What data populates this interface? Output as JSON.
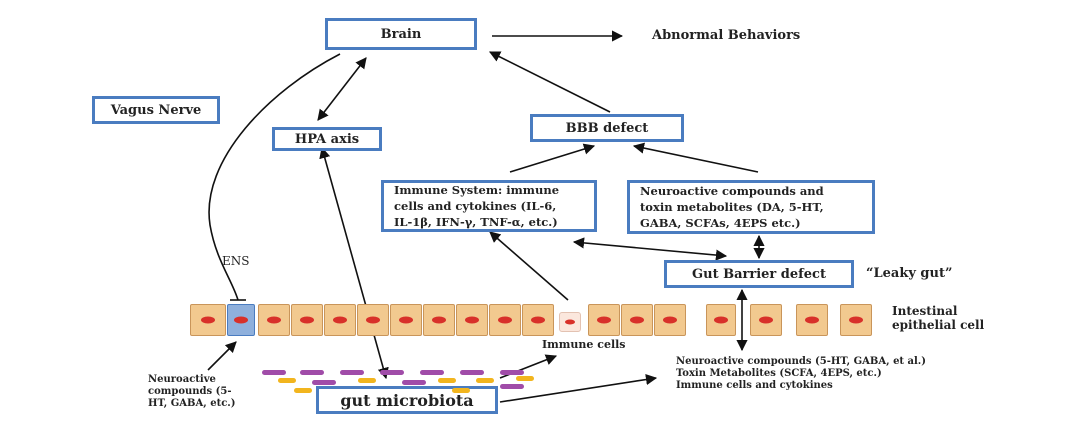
{
  "boxes": {
    "brain": "Brain",
    "vagus": "Vagus Nerve",
    "hpa": "HPA axis",
    "bbb": "BBB defect",
    "immune": [
      "Immune System: immune",
      "cells and cytokines (IL-6,",
      "IL-1β, IFN-γ, TNF-α, etc.)"
    ],
    "neuro": [
      "Neuroactive compounds and",
      "toxin metabolites (DA, 5-HT,",
      "GABA, SCFAs, 4EPS  etc.)"
    ],
    "gut_barrier": "Gut Barrier defect",
    "microbiota": "gut microbiota"
  },
  "labels": {
    "abnormal": "Abnormal Behaviors",
    "leaky": "“Leaky gut”",
    "ens": "ENS",
    "epithelial": [
      "Intestinal",
      "epithelial cell"
    ],
    "immune_cells": "Immune cells",
    "neuro_left": [
      "Neuroactive",
      "compounds (5-",
      "HT, GABA, etc.)"
    ],
    "bottom_right": [
      "Neuroactive compounds (5-HT, GABA, et al.)",
      "Toxin Metabolites (SCFA, 4EPS, etc.)",
      "Immune cells and cytokines"
    ]
  },
  "colors": {
    "box_border": "#4a7cc0",
    "cell": "#f2c98f",
    "nucleus": "#d8302a",
    "blue_cell": "#8fb0dc",
    "microbe_purple": "#a04ca8",
    "microbe_yellow": "#f2b51e"
  }
}
